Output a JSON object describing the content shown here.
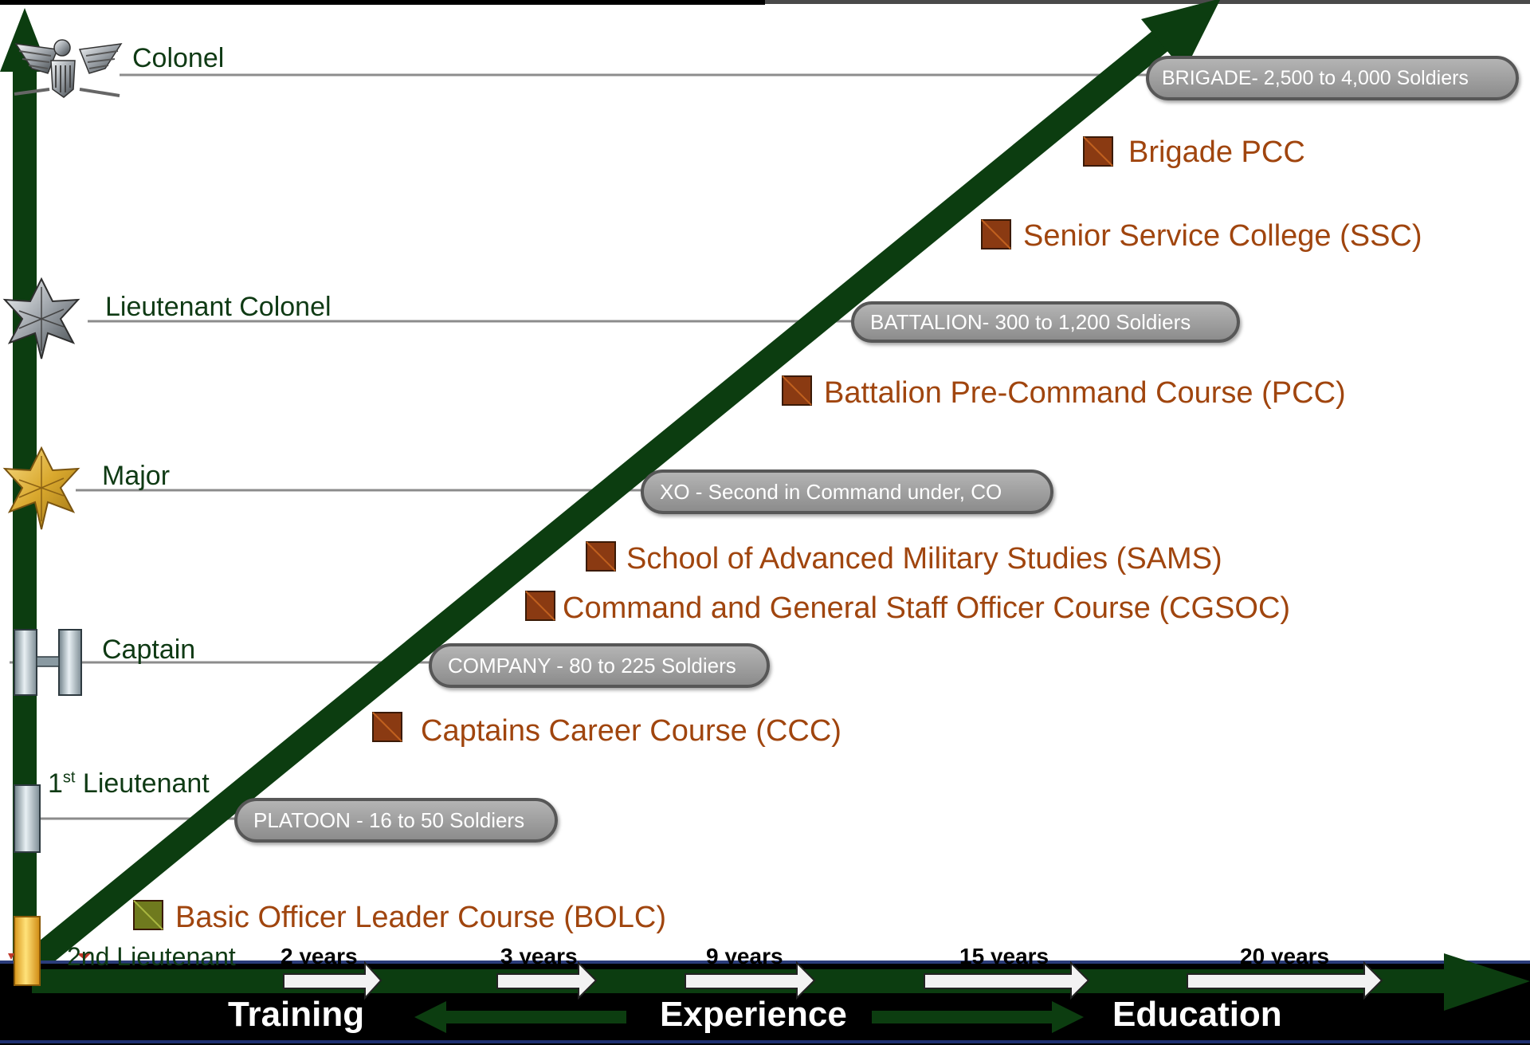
{
  "ranks": {
    "colonel": "Colonel",
    "lieutenant_colonel": "Lieutenant Colonel",
    "major": "Major",
    "captain": "Captain",
    "first_lt_num": "1",
    "first_lt_sup": "st",
    "first_lt_word": " Lieutenant",
    "second_lieutenant": "2nd Lieutenant"
  },
  "units": {
    "brigade": "BRIGADE- 2,500 to 4,000 Soldiers",
    "battalion": "BATTALION- 300 to 1,200 Soldiers",
    "xo": "XO - Second in Command under, CO",
    "company": "COMPANY - 80 to 225 Soldiers",
    "platoon": "PLATOON - 16 to 50 Soldiers"
  },
  "courses": {
    "brigade_pcc": "Brigade PCC",
    "ssc": "Senior Service College (SSC)",
    "battalion_pcc": "Battalion Pre-Command Course (PCC)",
    "sams": "School of Advanced Military Studies (SAMS)",
    "cgsoc": "Command and General Staff Officer Course (CGSOC)",
    "ccc": "Captains Career Course (CCC)",
    "bolc": "Basic Officer Leader Course (BOLC)"
  },
  "timeline": {
    "years": [
      "2 years",
      "3 years",
      "9 years",
      "15 years",
      "20 years"
    ],
    "phases": [
      "Training",
      "Experience",
      "Education"
    ]
  },
  "colors": {
    "arrow_green": "#0c3d10",
    "course_text": "#a0450e",
    "course_marker": "#8a3a12",
    "bolc_marker": "#6f7a1e",
    "pill_gray": "#9f9f9f"
  }
}
